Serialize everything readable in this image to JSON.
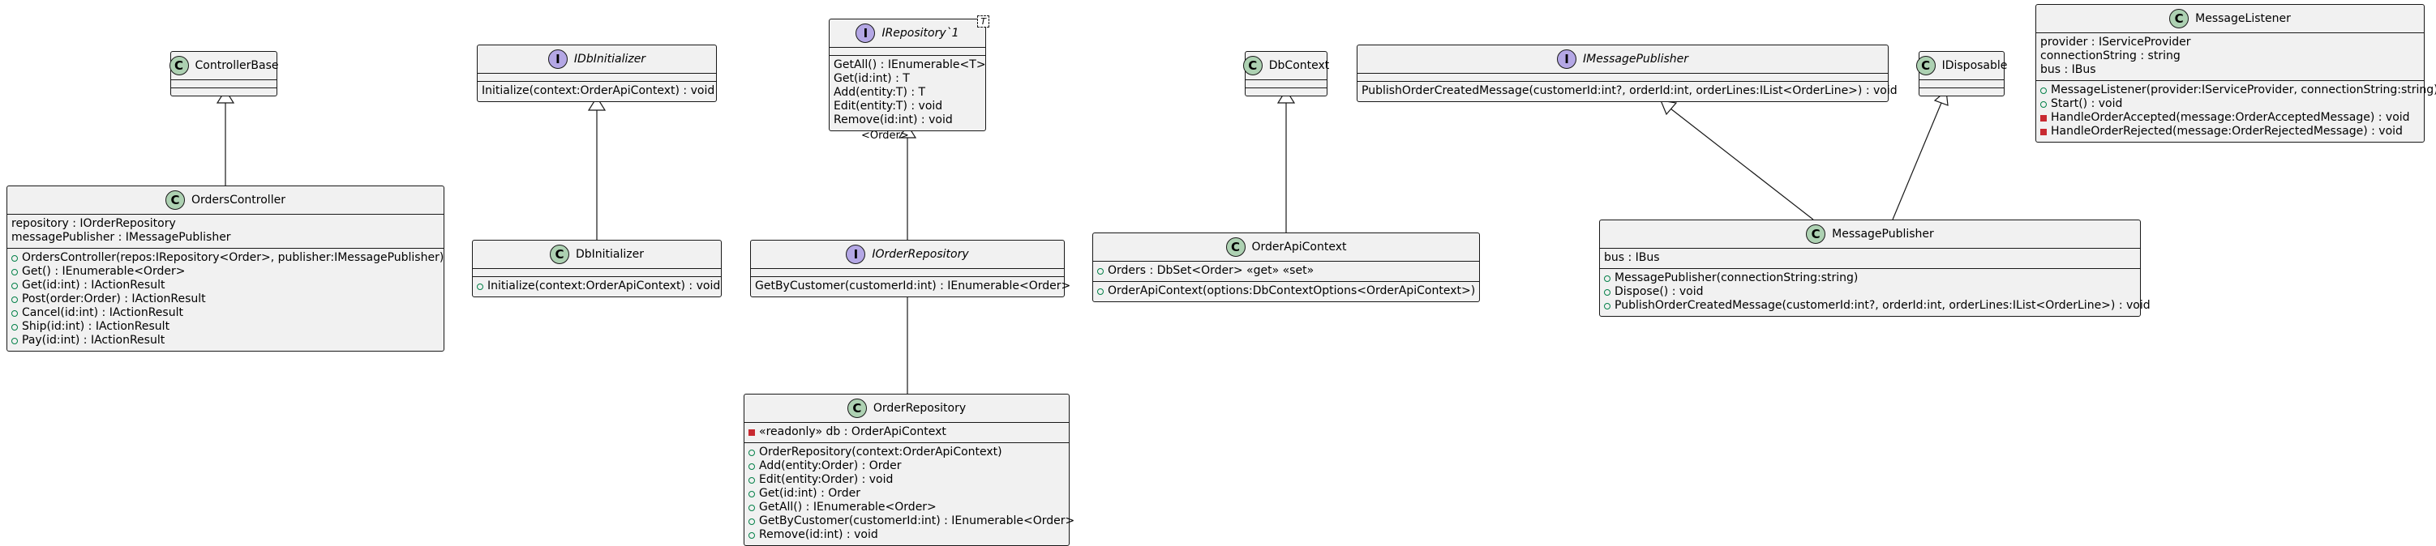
{
  "classes": {
    "controllerbase": {
      "kind": "C",
      "name": "ControllerBase"
    },
    "orderscontroller": {
      "kind": "C",
      "name": "OrdersController",
      "fields": [
        {
          "vis": "none",
          "text": "repository : IOrderRepository"
        },
        {
          "vis": "none",
          "text": "messagePublisher : IMessagePublisher"
        }
      ],
      "methods": [
        {
          "vis": "pub",
          "text": "OrdersController(repos:IRepository<Order>, publisher:IMessagePublisher)"
        },
        {
          "vis": "pub",
          "text": "Get() : IEnumerable<Order>"
        },
        {
          "vis": "pub",
          "text": "Get(id:int) : IActionResult"
        },
        {
          "vis": "pub",
          "text": "Post(order:Order) : IActionResult"
        },
        {
          "vis": "pub",
          "text": "Cancel(id:int) : IActionResult"
        },
        {
          "vis": "pub",
          "text": "Ship(id:int) : IActionResult"
        },
        {
          "vis": "pub",
          "text": "Pay(id:int) : IActionResult"
        }
      ]
    },
    "idbinitializer": {
      "kind": "I",
      "name": "IDbInitializer",
      "methods": [
        {
          "vis": "none",
          "text": "Initialize(context:OrderApiContext) : void"
        }
      ]
    },
    "dbinitializer": {
      "kind": "C",
      "name": "DbInitializer",
      "methods": [
        {
          "vis": "pub",
          "text": "Initialize(context:OrderApiContext) : void"
        }
      ]
    },
    "irepository": {
      "kind": "I",
      "name": "IRepository`1",
      "type_param": "T",
      "methods": [
        {
          "vis": "none",
          "text": "GetAll() : IEnumerable<T>"
        },
        {
          "vis": "none",
          "text": "Get(id:int) : T"
        },
        {
          "vis": "none",
          "text": "Add(entity:T) : T"
        },
        {
          "vis": "none",
          "text": "Edit(entity:T) : void"
        },
        {
          "vis": "none",
          "text": "Remove(id:int) : void"
        }
      ]
    },
    "iorderrepository": {
      "kind": "I",
      "name": "IOrderRepository",
      "methods": [
        {
          "vis": "none",
          "text": "GetByCustomer(customerId:int) : IEnumerable<Order>"
        }
      ]
    },
    "orderrepository": {
      "kind": "C",
      "name": "OrderRepository",
      "fields": [
        {
          "vis": "priv",
          "text": "«readonly» db : OrderApiContext"
        }
      ],
      "methods": [
        {
          "vis": "pub",
          "text": "OrderRepository(context:OrderApiContext)"
        },
        {
          "vis": "pub",
          "text": "Add(entity:Order) : Order"
        },
        {
          "vis": "pub",
          "text": "Edit(entity:Order) : void"
        },
        {
          "vis": "pub",
          "text": "Get(id:int) : Order"
        },
        {
          "vis": "pub",
          "text": "GetAll() : IEnumerable<Order>"
        },
        {
          "vis": "pub",
          "text": "GetByCustomer(customerId:int) : IEnumerable<Order>"
        },
        {
          "vis": "pub",
          "text": "Remove(id:int) : void"
        }
      ]
    },
    "dbcontext": {
      "kind": "C",
      "name": "DbContext"
    },
    "orderapicontext": {
      "kind": "C",
      "name": "OrderApiContext",
      "fields": [
        {
          "vis": "pub",
          "text": "Orders : DbSet<Order> «get» «set»"
        }
      ],
      "methods": [
        {
          "vis": "pub",
          "text": "OrderApiContext(options:DbContextOptions<OrderApiContext>)"
        }
      ]
    },
    "imessagepublisher": {
      "kind": "I",
      "name": "IMessagePublisher",
      "methods": [
        {
          "vis": "none",
          "text": "PublishOrderCreatedMessage(customerId:int?, orderId:int, orderLines:IList<OrderLine>) : void"
        }
      ]
    },
    "idisposable": {
      "kind": "C",
      "name": "IDisposable"
    },
    "messagepublisher": {
      "kind": "C",
      "name": "MessagePublisher",
      "fields": [
        {
          "vis": "none",
          "text": "bus : IBus"
        }
      ],
      "methods": [
        {
          "vis": "pub",
          "text": "MessagePublisher(connectionString:string)"
        },
        {
          "vis": "pub",
          "text": "Dispose() : void"
        },
        {
          "vis": "pub",
          "text": "PublishOrderCreatedMessage(customerId:int?, orderId:int, orderLines:IList<OrderLine>) : void"
        }
      ]
    },
    "messagelistener": {
      "kind": "C",
      "name": "MessageListener",
      "fields": [
        {
          "vis": "none",
          "text": "provider : IServiceProvider"
        },
        {
          "vis": "none",
          "text": "connectionString : string"
        },
        {
          "vis": "none",
          "text": "bus : IBus"
        }
      ],
      "methods": [
        {
          "vis": "pub",
          "text": "MessageListener(provider:IServiceProvider, connectionString:string)"
        },
        {
          "vis": "pub",
          "text": "Start() : void"
        },
        {
          "vis": "priv",
          "text": "HandleOrderAccepted(message:OrderAcceptedMessage) : void"
        },
        {
          "vis": "priv",
          "text": "HandleOrderRejected(message:OrderRejectedMessage) : void"
        }
      ]
    }
  },
  "edge_labels": {
    "order_binding": "<Order>"
  }
}
